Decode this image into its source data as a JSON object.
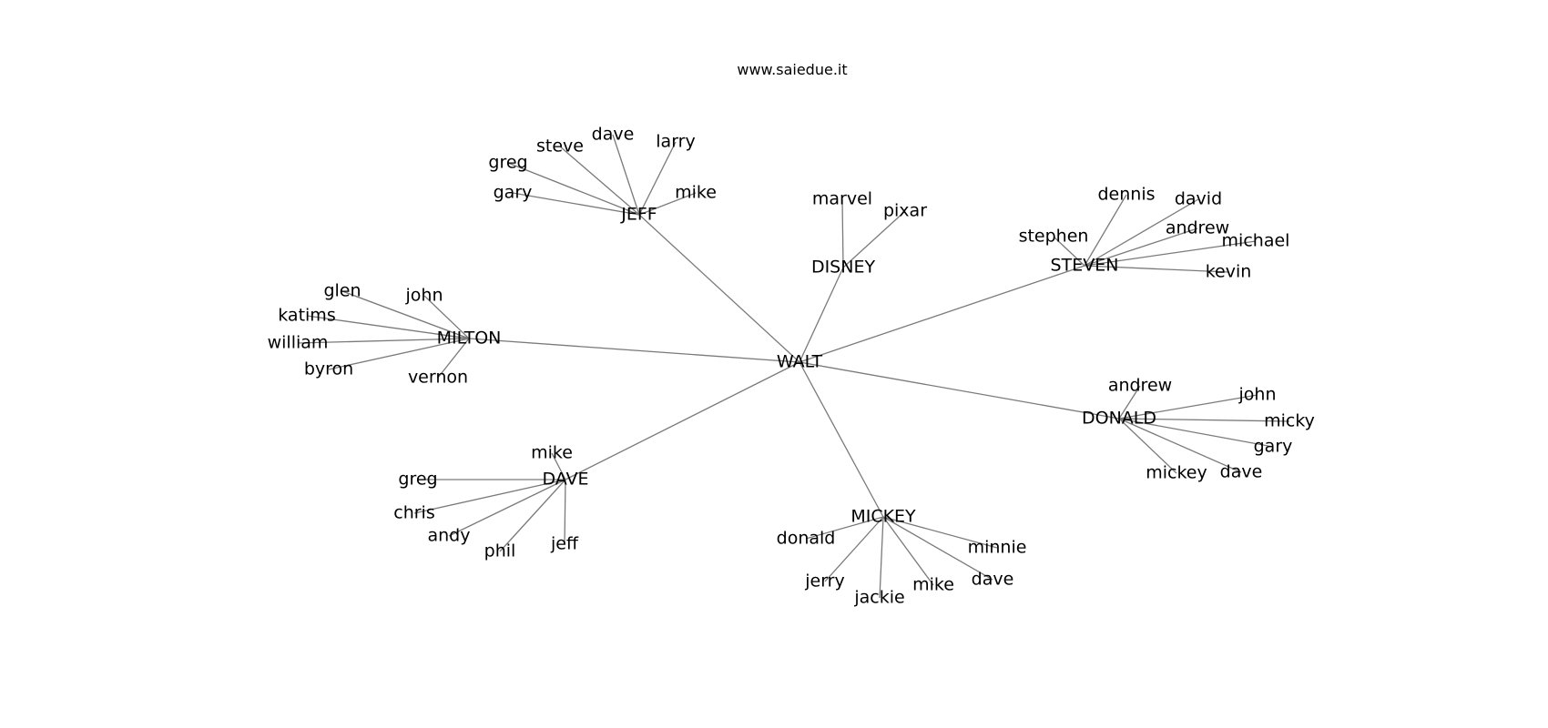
{
  "title": "www.saiedue.it",
  "colors": {
    "edge": "#7a7a7a",
    "text": "#000000",
    "background": "#ffffff"
  },
  "graph": {
    "root": "WALT",
    "groups": [
      {
        "name": "JEFF",
        "children": [
          "greg",
          "steve",
          "dave",
          "larry",
          "mike",
          "gary"
        ]
      },
      {
        "name": "DISNEY",
        "children": [
          "marvel",
          "pixar"
        ]
      },
      {
        "name": "STEVEN",
        "children": [
          "dennis",
          "david",
          "stephen",
          "andrew",
          "michael",
          "kevin"
        ]
      },
      {
        "name": "MILTON",
        "children": [
          "glen",
          "john",
          "katims",
          "william",
          "byron",
          "vernon"
        ]
      },
      {
        "name": "DONALD",
        "children": [
          "andrew",
          "john",
          "micky",
          "gary",
          "mickey",
          "dave"
        ]
      },
      {
        "name": "DAVE",
        "children": [
          "mike",
          "greg",
          "chris",
          "andy",
          "phil",
          "jeff"
        ]
      },
      {
        "name": "MICKEY",
        "children": [
          "donald",
          "minnie",
          "jerry",
          "dave",
          "mike",
          "jackie"
        ]
      }
    ]
  }
}
